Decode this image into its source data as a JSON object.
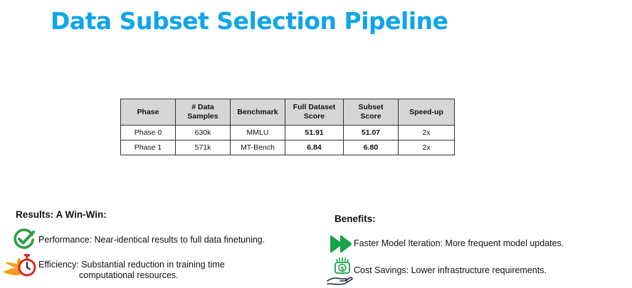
{
  "title": "Data Subset Selection Pipeline",
  "table": {
    "headers": [
      "Phase",
      "# Data\nSamples",
      "Benchmark",
      "Full Dataset\nScore",
      "Subset\nScore",
      "Speed-up"
    ],
    "rows": [
      [
        "Phase 0",
        "630k",
        "MMLU",
        "51.91",
        "51.07",
        "2x"
      ],
      [
        "Phase 1",
        "571k",
        "MT-Bench",
        "6.84",
        "6.80",
        "2x"
      ]
    ]
  },
  "results": {
    "heading": "Results: A Win-Win:",
    "items": [
      {
        "icon": "checkmark-circle-icon",
        "text": "Performance: Near-identical results to full data finetuning."
      },
      {
        "icon": "stopwatch-flame-icon",
        "text_line1": "Efficiency: Substantial reduction in training time",
        "text_line2": "computational resources."
      }
    ]
  },
  "benefits": {
    "heading": "Benefits:",
    "items": [
      {
        "icon": "fast-forward-icon",
        "text": "Faster Model Iteration: More frequent model updates."
      },
      {
        "icon": "money-hand-icon",
        "text": "Cost Savings: Lower infrastructure requirements."
      }
    ]
  },
  "colors": {
    "title": "#0ea5e9",
    "header_bg": "#d6d6d6",
    "check_green": "#2e9e47",
    "forward_green": "#16a34a",
    "flame_orange": "#f59e0b",
    "stopwatch_red": "#dc2626"
  }
}
